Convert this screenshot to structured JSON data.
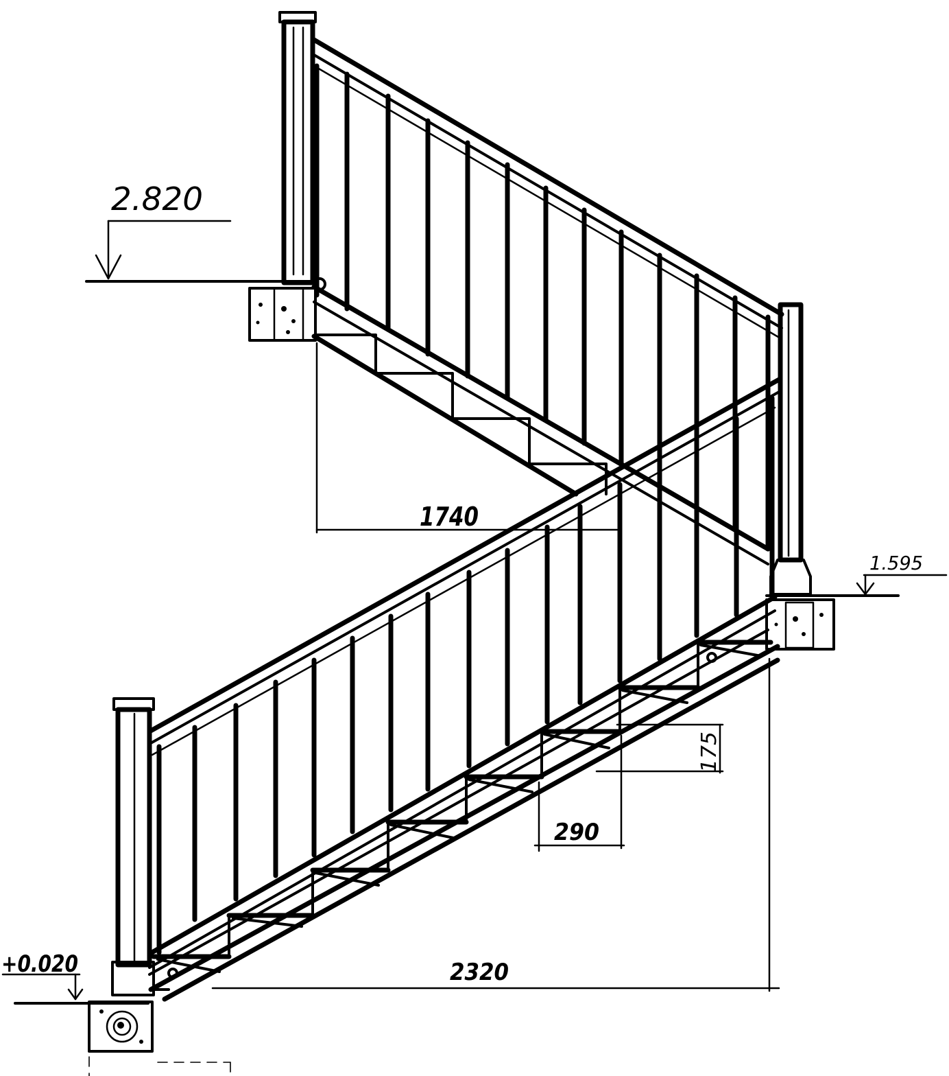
{
  "elevations": {
    "upper_landing": "2.820",
    "mid_landing": "1.595",
    "floor": "+0.020"
  },
  "dimensions": {
    "upper_run_length": "1740",
    "lower_run_length": "2320",
    "riser_height": "175",
    "tread_depth": "290"
  },
  "colors": {
    "ink": "#000000",
    "paper": "#ffffff"
  }
}
